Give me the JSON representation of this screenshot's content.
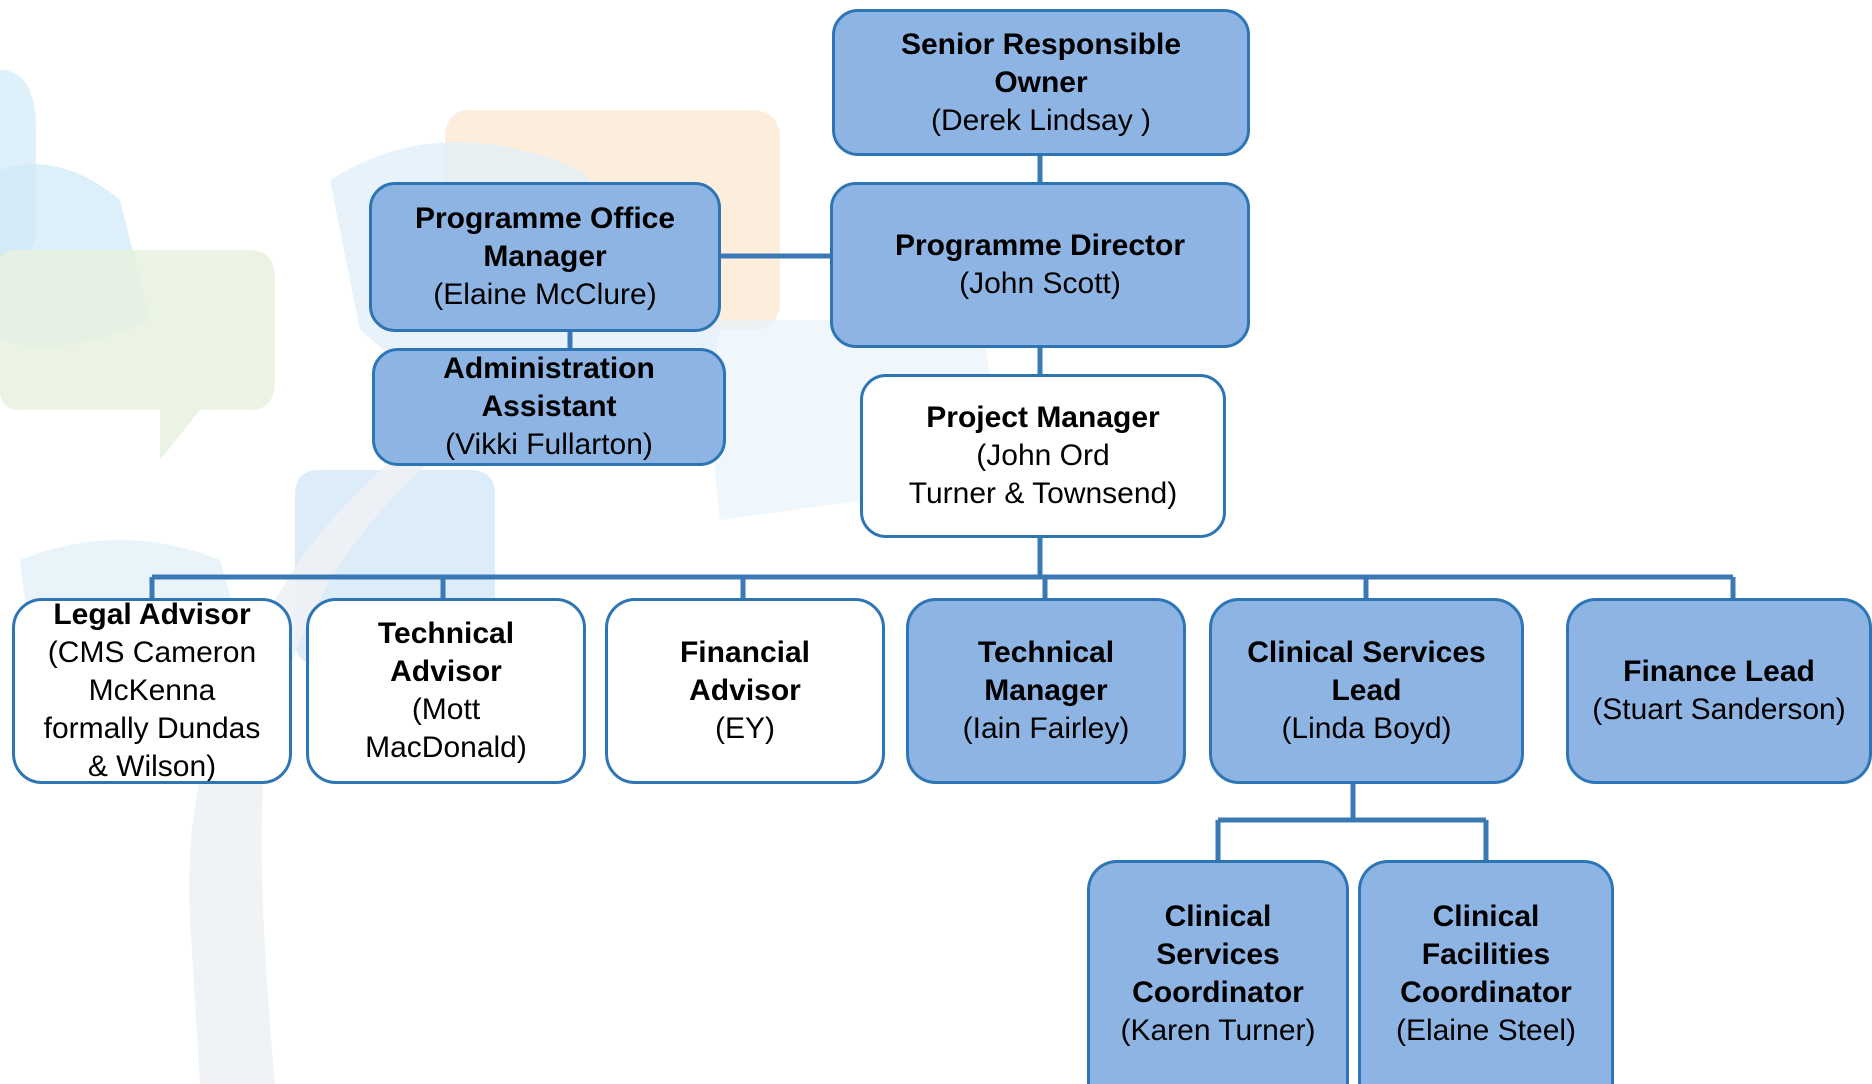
{
  "colors": {
    "box_fill": "#8eb4e3",
    "box_white": "#ffffff",
    "border": "#2e75b6",
    "connector": "#3b79b6"
  },
  "nodes": {
    "sro": {
      "title": "Senior Responsible\nOwner",
      "person": "(Derek Lindsay )"
    },
    "pd": {
      "title": "Programme Director",
      "person": "(John Scott)"
    },
    "pom": {
      "title": "Programme Office\nManager",
      "person": "(Elaine McClure)"
    },
    "aa": {
      "title": "Administration\nAssistant",
      "person": "(Vikki Fullarton)"
    },
    "pm": {
      "title": "Project Manager",
      "person": "(John Ord\nTurner & Townsend)"
    },
    "legal": {
      "title": "Legal Advisor",
      "person": "(CMS Cameron\nMcKenna\nformally Dundas\n& Wilson)"
    },
    "tadv": {
      "title": "Technical\nAdvisor",
      "person": "(Mott\nMacDonald)"
    },
    "fadv": {
      "title": "Financial\nAdvisor",
      "person": "(EY)"
    },
    "tman": {
      "title": "Technical\nManager",
      "person": "(Iain Fairley)"
    },
    "csl": {
      "title": "Clinical Services\nLead",
      "person": "(Linda Boyd)"
    },
    "fl": {
      "title": "Finance Lead",
      "person": "(Stuart Sanderson)"
    },
    "csc": {
      "title": "Clinical\nServices\nCoordinator",
      "person": "(Karen Turner)"
    },
    "cfc": {
      "title": "Clinical\nFacilities\nCoordinator",
      "person": "(Elaine Steel)"
    }
  }
}
